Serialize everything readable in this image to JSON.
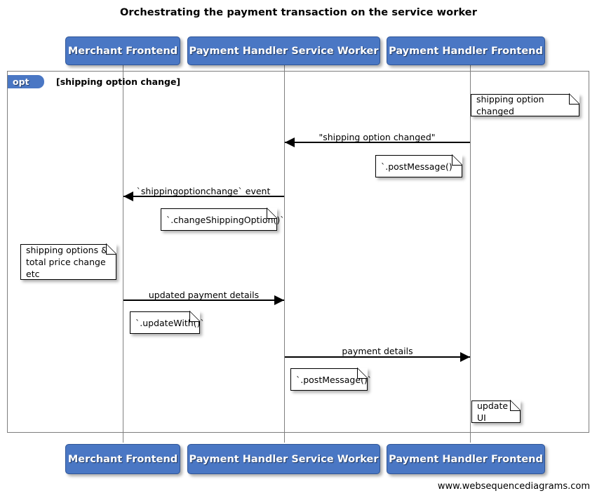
{
  "diagram": {
    "title": "Orchestrating the payment transaction on the service worker",
    "watermark": "www.websequencediagrams.com",
    "colors": {
      "participant_fill": "#4a77c4",
      "participant_border": "#2f5597",
      "participant_text": "#ffffff",
      "frame_border": "#7d7d7d",
      "lifeline": "#808080",
      "arrow": "#000000",
      "note_fill": "#ffffff",
      "note_border": "#000000",
      "background": "#ffffff"
    }
  },
  "participants": [
    {
      "id": "merchant",
      "label": "Merchant Frontend"
    },
    {
      "id": "sw",
      "label": "Payment Handler Service Worker"
    },
    {
      "id": "phf",
      "label": "Payment Handler Frontend"
    }
  ],
  "fragment": {
    "type": "opt",
    "tab_label": "opt",
    "guard": "[shipping option change]"
  },
  "messages": [
    {
      "id": "m1",
      "label": "\"shipping option changed\"",
      "from": "phf",
      "to": "sw",
      "direction": "left"
    },
    {
      "id": "m2",
      "label": "`shippingoptionchange` event",
      "from": "sw",
      "to": "merchant",
      "direction": "left"
    },
    {
      "id": "m3",
      "label": "updated payment details",
      "from": "merchant",
      "to": "sw",
      "direction": "right"
    },
    {
      "id": "m4",
      "label": "payment details",
      "from": "sw",
      "to": "phf",
      "direction": "right"
    }
  ],
  "notes": [
    {
      "id": "n1",
      "text": "shipping option changed",
      "over": "phf"
    },
    {
      "id": "n2",
      "text": "`.postMessage()`",
      "over": "phf"
    },
    {
      "id": "n3",
      "text": "`.changeShippingOption()`",
      "over": "sw"
    },
    {
      "id": "n4",
      "text": "shipping options &\ntotal price change etc",
      "over": "merchant"
    },
    {
      "id": "n5",
      "text": "`.updateWith()`",
      "over": "merchant"
    },
    {
      "id": "n6",
      "text": "`.postMessage()`",
      "over": "sw"
    },
    {
      "id": "n7",
      "text": "update UI",
      "over": "phf"
    }
  ]
}
